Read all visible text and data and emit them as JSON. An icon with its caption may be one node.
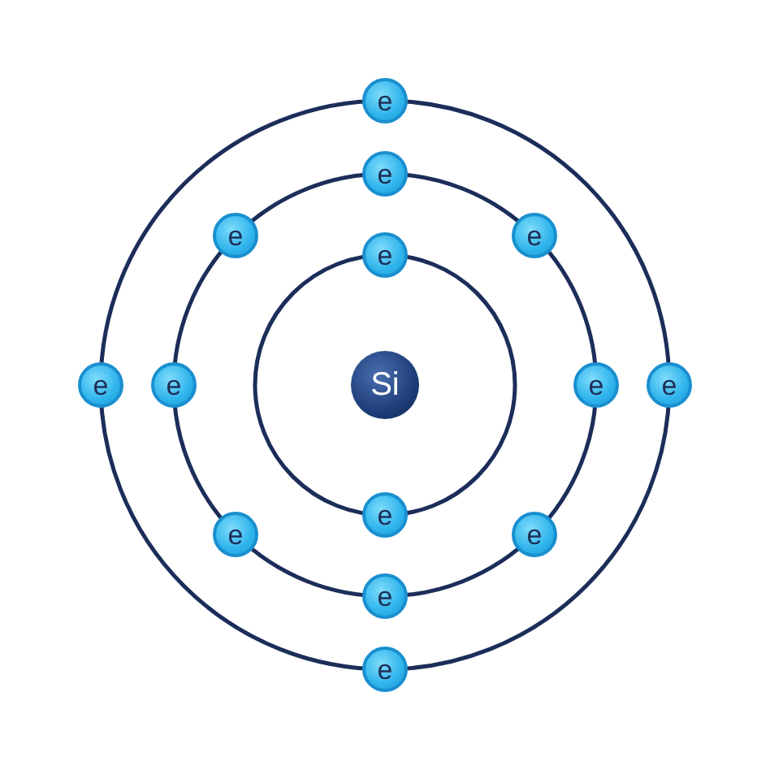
{
  "diagram": {
    "nodes": [
      {
        "text": [
          "e"
        ]
      },
      {
        "text": [
          "e"
        ]
      },
      {
        "text": [
          "e"
        ]
      },
      {
        "text": [
          "e"
        ]
      },
      {
        "text": [
          "e"
        ]
      },
      {
        "text": [
          "e"
        ]
      },
      {
        "text": [
          "e"
        ]
      },
      {
        "text": [
          "Si"
        ]
      },
      {
        "text": [
          "e"
        ]
      },
      {
        "text": [
          "e"
        ]
      },
      {
        "text": [
          "e"
        ]
      },
      {
        "text": [
          "e"
        ]
      },
      {
        "text": [
          "e"
        ]
      },
      {
        "text": [
          "e"
        ]
      },
      {
        "text": [
          "e"
        ]
      }
    ]
  }
}
